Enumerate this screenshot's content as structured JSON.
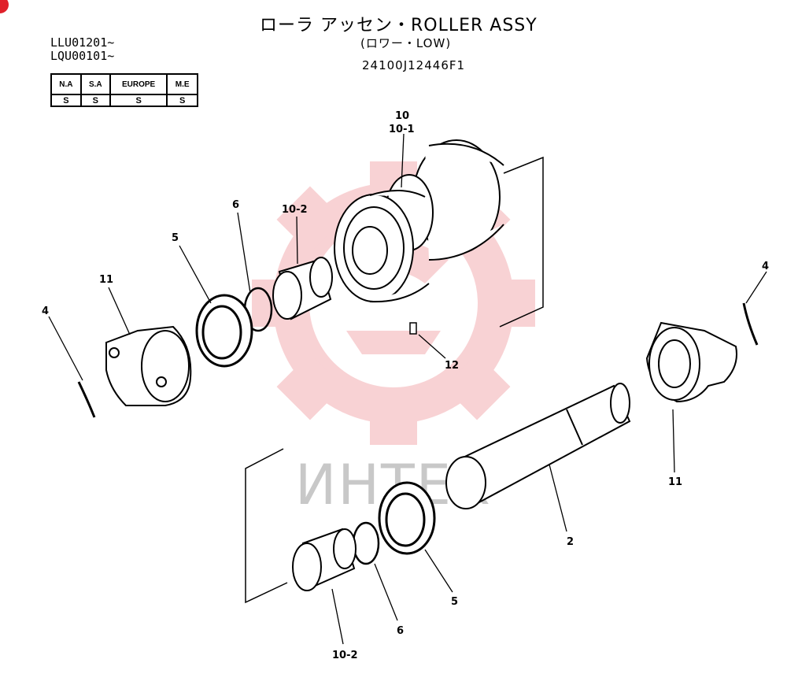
{
  "header": {
    "title": "ローラ アッセン・ROLLER ASSY",
    "subtitle": "(ロワー・LOW)",
    "part_number": "24100J12446F1"
  },
  "serials": [
    "LLU01201~",
    "LQU00101~"
  ],
  "applicability": {
    "headers": [
      "N.A",
      "S.A",
      "EUROPE",
      "M.E"
    ],
    "values": [
      "S",
      "S",
      "S",
      "S"
    ]
  },
  "watermark": {
    "text": "ИНТЕХ",
    "color": "#f3aeb2"
  },
  "callouts": {
    "c10": "10",
    "c10_1": "10-1",
    "c10_2_top": "10-2",
    "c6_top": "6",
    "c5_top": "5",
    "c11_left": "11",
    "c4_left": "4",
    "c4_right": "4",
    "c12": "12",
    "c11_right": "11",
    "c2": "2",
    "c5_bottom": "5",
    "c6_bottom": "6",
    "c10_2_bottom": "10-2"
  }
}
